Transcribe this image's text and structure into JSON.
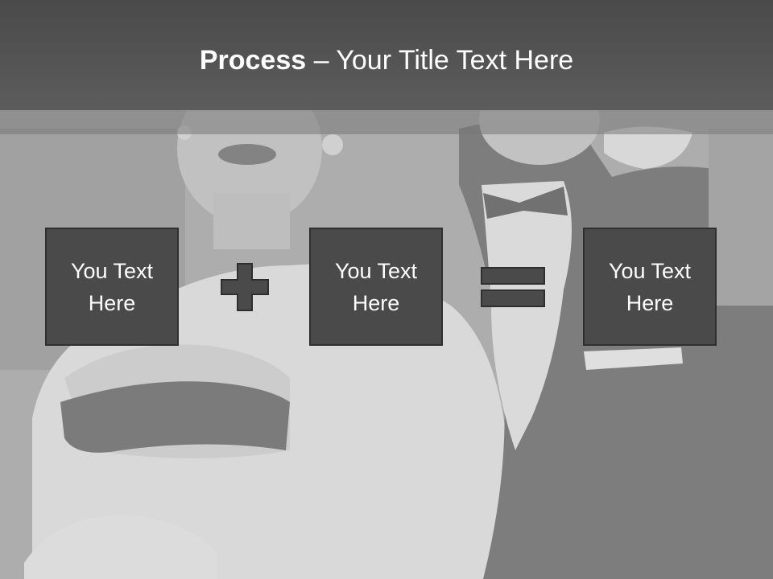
{
  "slide": {
    "title_bold": "Process",
    "title_rest": " – Your Title Text Here"
  },
  "boxes": [
    {
      "text": "You Text Here"
    },
    {
      "text": "You Text Here"
    },
    {
      "text": "You Text Here"
    }
  ],
  "operators": [
    "plus-icon",
    "equals-icon"
  ],
  "colors": {
    "title_bar": "#555555",
    "box_fill": "#4a4a4a",
    "box_border": "#2f2f2f",
    "text": "#ffffff"
  }
}
